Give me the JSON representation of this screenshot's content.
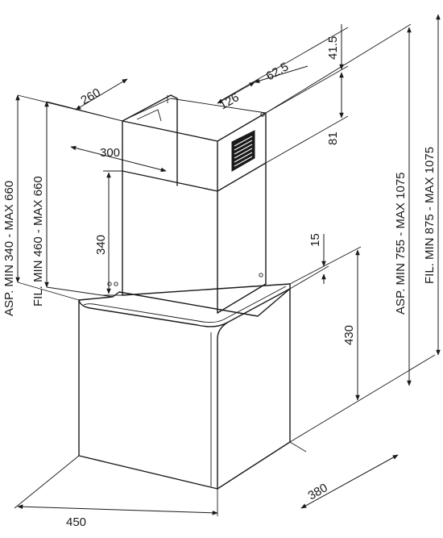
{
  "labels": {
    "asp_min_max_660": "ASP. MIN 340 - MAX 660",
    "fil_min_max_660": "FIL. MIN 460 - MAX 660",
    "asp_min_max_1075": "ASP. MIN 755 - MAX 1075",
    "fil_min_max_1075": "FIL. MIN 875 - MAX 1075"
  },
  "dimensions": {
    "d260": "260",
    "d300": "300",
    "d340": "340",
    "d126": "126",
    "d62_5": "62.5",
    "d41_5": "41.5",
    "d81": "81",
    "d15": "15",
    "d430": "430",
    "d380": "380",
    "d450": "450"
  },
  "colors": {
    "line": "#1a1a1a",
    "background": "#ffffff",
    "vent": "#1a1a1a"
  }
}
